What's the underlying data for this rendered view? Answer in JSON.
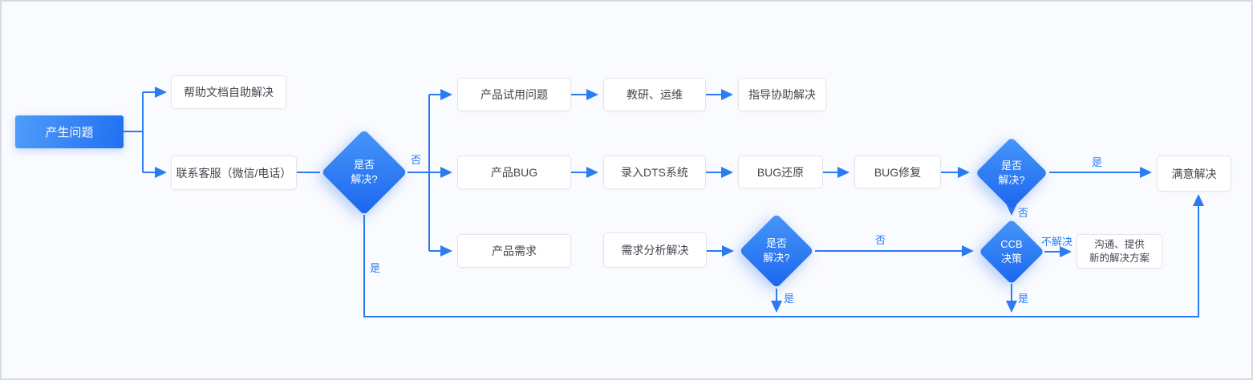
{
  "flowchart": {
    "title": "customer-issue-resolution-flow",
    "nodes": {
      "start": {
        "label": "产生问题"
      },
      "help_doc": {
        "label": "帮助文档自助解决"
      },
      "contact_support": {
        "label": "联系客服（微信/电话）"
      },
      "decision1": {
        "line1": "是否",
        "line2": "解决?"
      },
      "trial_issue": {
        "label": "产品试用问题"
      },
      "research_ops": {
        "label": "教研、运维"
      },
      "guide_assist": {
        "label": "指导协助解决"
      },
      "product_bug": {
        "label": "产品BUG"
      },
      "dts_entry": {
        "label": "录入DTS系统"
      },
      "bug_restore": {
        "label": "BUG还原"
      },
      "bug_fix": {
        "label": "BUG修复"
      },
      "decision2": {
        "line1": "是否",
        "line2": "解决?"
      },
      "satisfied": {
        "label": "满意解决"
      },
      "product_requirement": {
        "label": "产品需求"
      },
      "requirement_analysis": {
        "label": "需求分析解决"
      },
      "decision3": {
        "line1": "是否",
        "line2": "解决?"
      },
      "ccb_decision": {
        "line1": "CCB",
        "line2": "决策"
      },
      "communicate": {
        "line1": "沟通、提供",
        "line2": "新的解决方案"
      }
    },
    "edge_labels": {
      "d1_no": "否",
      "d1_yes": "是",
      "d2_yes": "是",
      "d2_no": "否",
      "d3_no": "否",
      "d3_yes": "是",
      "ccb_no": "不解决",
      "ccb_yes": "是"
    }
  },
  "colors": {
    "canvas_bg": "#fafbfe",
    "canvas_border": "#d6dae3",
    "line": "#2b7cf0",
    "label_text": "#2b7cf0",
    "box_border": "#e2e5eb",
    "box_text": "#41464e",
    "start_grad_from": "#4f9cf9",
    "start_grad_to": "#2170f2",
    "diamond_grad_from": "#4796f8",
    "diamond_grad_to": "#1b66ef"
  }
}
